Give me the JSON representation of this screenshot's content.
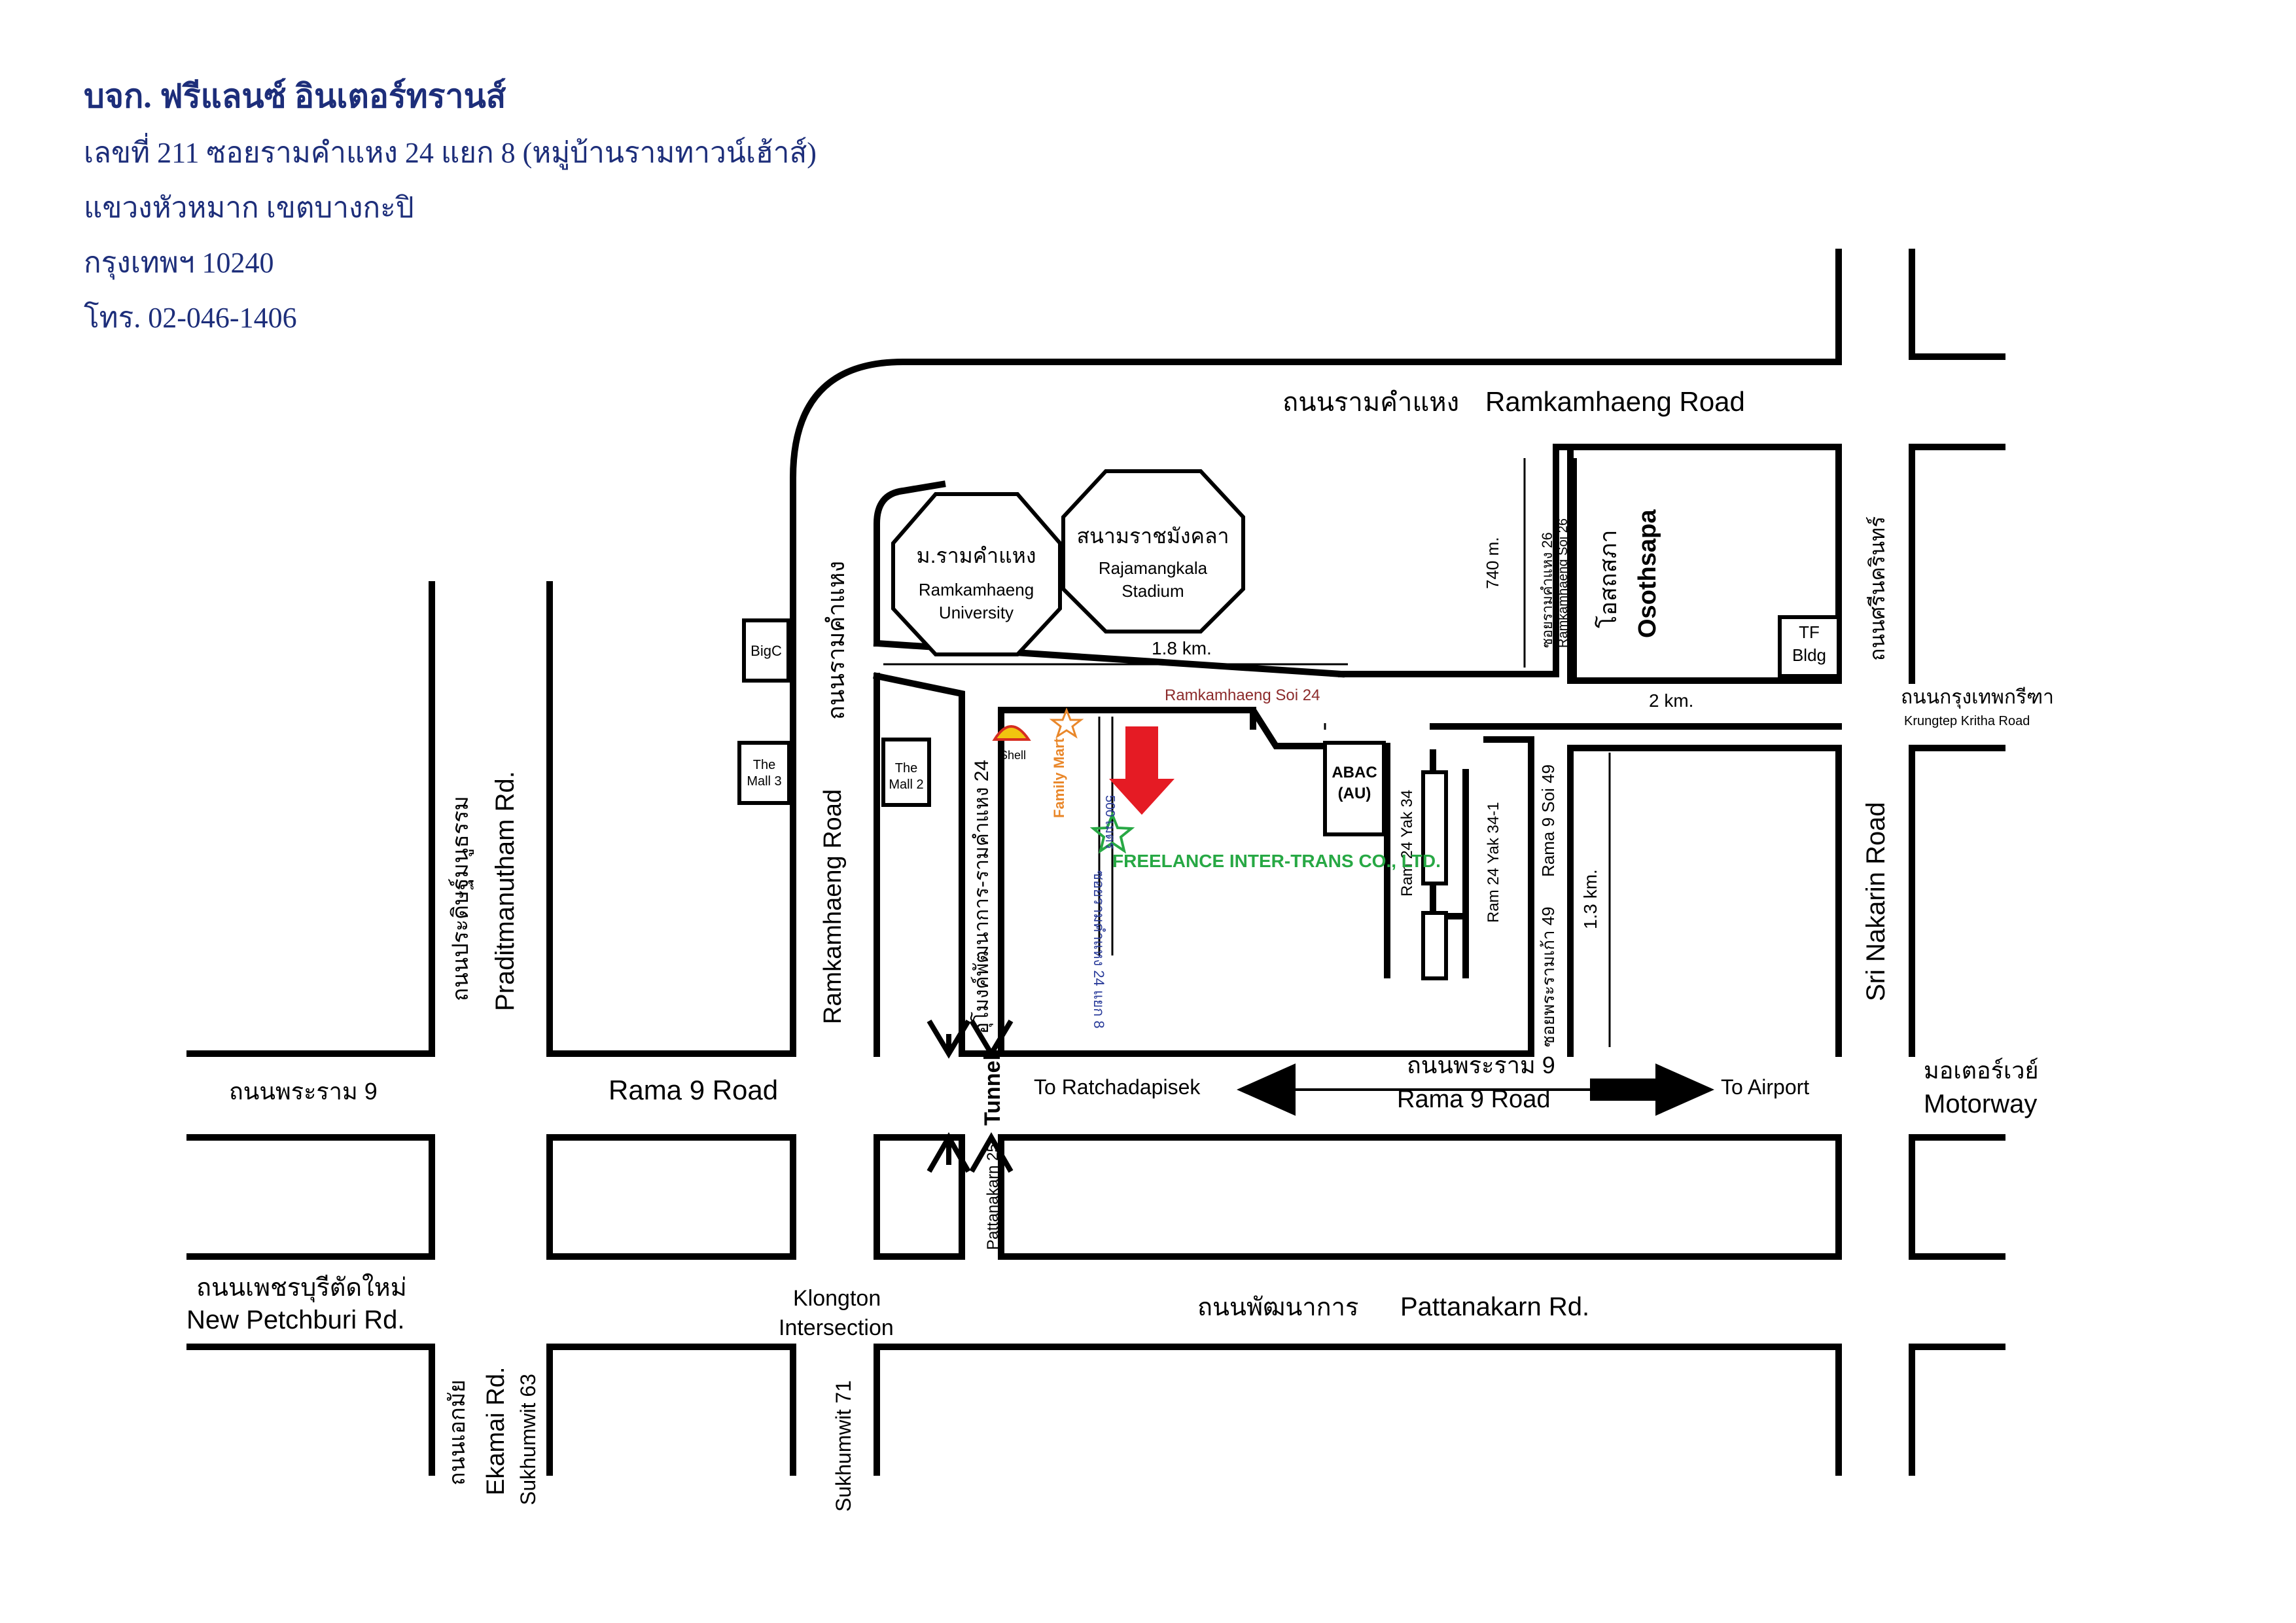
{
  "header": {
    "company": "บจก. ฟรีแลนซ์ อินเตอร์ทรานส์",
    "address1": "เลขที่ 211 ซอยรามคำแหง 24 แยก 8 (หมู่บ้านรามทาวน์เฮ้าส์)",
    "address2": "แขวงหัวหมาก เขตบางกะปิ",
    "address3": "กรุงเทพฯ 10240",
    "phone": "โทร. 02-046-1406"
  },
  "colors": {
    "header_text": "#1d2e7a",
    "company_green": "#27a844",
    "arrow_red": "#e51b24",
    "familymart_orange": "#e9872a",
    "soi_blue": "#2a3c9a",
    "soi24_red": "#8c2b2b",
    "road_line": "#000000"
  },
  "roads": {
    "ramkhamhaeng_th": "ถนนรามคำแหง",
    "ramkhamhaeng_en": "Ramkamhaeng Road",
    "ramkhamhaeng_v_th": "ถนนรามคำแหง",
    "ramkhamhaeng_v_en": "Ramkamhaeng Road",
    "praditmanutham_th": "ถนนประดิษฐ์มนูธรรม",
    "praditmanutham_en": "Praditmanutham Rd.",
    "rama9_left_th": "ถนนพระราม 9",
    "rama9_left_en": "Rama 9 Road",
    "rama9_right_th": "ถนนพระราม 9",
    "rama9_right_en": "Rama 9 Road",
    "to_ratchadapisek": "To Ratchadapisek",
    "to_airport": "To Airport",
    "motorway_th": "มอเตอร์เวย์",
    "motorway_en": "Motorway",
    "srinakarin_th": "ถนนศรีนครินทร์",
    "srinakarin_en": "Sri Nakarin Road",
    "krungthep_kritha_th": "ถนนกรุงเทพกรีฑา",
    "krungthep_kritha_en": "Krungtep Kritha Road",
    "new_petchburi_th": "ถนนเพชรบุรีตัดใหม่",
    "new_petchburi_en": "New Petchburi Rd.",
    "ekamai_th": "ถนนเอกมัย",
    "ekamai_en": "Ekamai Rd.",
    "sukhumwit63": "Sukhumwit 63",
    "sukhumwit71": "Sukhumwit 71",
    "klongton1": "Klongton",
    "klongton2": "Intersection",
    "pattanakarn_th": "ถนนพัฒนาการ",
    "pattanakarn_en": "Pattanakarn Rd.",
    "pattanakarn25": "Pattanakarn 25",
    "tunnel": "Tunnel",
    "tunnel_th": "อุโมงค์พัฒนาการ-รามคำแหง 24",
    "soi24": "Ramkamhaeng Soi 24",
    "soi24_8": "ซอยรามคำแหง 24 แยก 8",
    "dist_500": "500 เมตร",
    "soi26_th": "ซอยรามคำแหง 26",
    "soi26_en": "Ramkamhaeng Soi 26",
    "ram24_yak34": "Ram 24 Yak 34",
    "ram24_yak34_1": "Ram 24 Yak 34-1",
    "rama9_soi49_en": "Rama 9 Soi 49",
    "rama9_soi49_th": "ซอยพระรามเก้า 49",
    "dist_740": "740 m.",
    "dist_18": "1.8 km.",
    "dist_2": "2 km.",
    "dist_13": "1.3 km."
  },
  "landmarks": {
    "ru_th": "ม.รามคำแหง",
    "ru_en1": "Ramkamhaeng",
    "ru_en2": "University",
    "stadium_th": "สนามราชมังคลา",
    "stadium_en1": "Rajamangkala",
    "stadium_en2": "Stadium",
    "bigc": "BigC",
    "mall3_1": "The",
    "mall3_2": "Mall 3",
    "mall2_1": "The",
    "mall2_2": "Mall 2",
    "shell": "Shell",
    "familymart": "Family Mart",
    "abac1": "ABAC",
    "abac2": "(AU)",
    "osothsapa_th": "โอสถสภา",
    "osothsapa_en": "Osothsapa",
    "tf1": "TF",
    "tf2": "Bldg",
    "company": "FREELANCE INTER-TRANS CO., LTD."
  },
  "icons": {
    "destination": "star-icon",
    "fuel": "shell-logo-icon",
    "store": "star-icon",
    "direction": "arrow-down-icon"
  }
}
